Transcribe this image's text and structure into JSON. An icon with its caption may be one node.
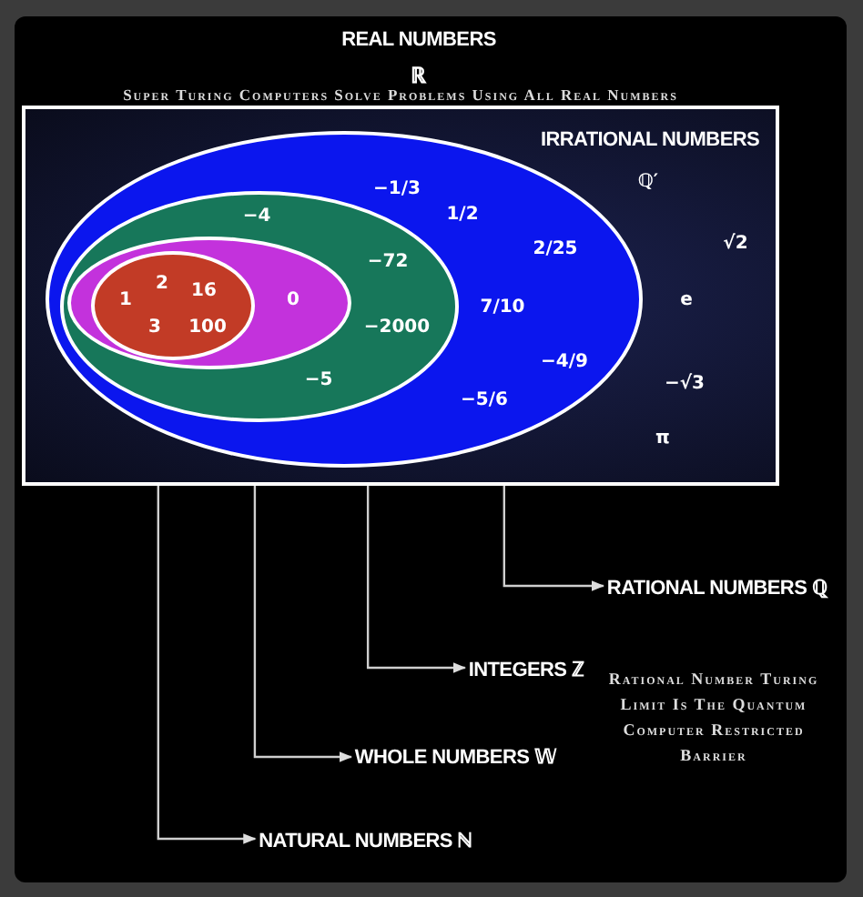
{
  "diagram": {
    "nodes": [
      {
        "text": [
          "REAL NUMBERS",
          "ℝ",
          "IRRATIONAL NUMBERS",
          "ℚ′",
          "√2",
          "e",
          "−√3",
          "π"
        ]
      },
      {
        "text": [
          "−1/3",
          "1/2",
          "2/25",
          "7/10",
          "−4/9",
          "−5/6"
        ],
        "in": 0
      },
      {
        "text": [
          "−4",
          "−72",
          "−2000",
          "−5"
        ],
        "in": 1
      },
      {
        "text": [
          "0"
        ],
        "in": 2
      },
      {
        "text": [
          "1",
          "2",
          "16",
          "3",
          "100"
        ],
        "in": 3
      },
      {
        "text": [
          "RATIONAL NUMBERS ℚ"
        ]
      },
      {
        "text": [
          "INTEGERS ℤ"
        ]
      },
      {
        "text": [
          "WHOLE NUMBERS 𝕎"
        ]
      },
      {
        "text": [
          "NATURAL NUMBERS ℕ"
        ]
      }
    ],
    "edges": [
      {
        "from": 1,
        "to": 5,
        "arrow": "to"
      },
      {
        "from": 2,
        "to": 6,
        "arrow": "to"
      },
      {
        "from": 3,
        "to": 7,
        "arrow": "to"
      },
      {
        "from": 4,
        "to": 8,
        "arrow": "to"
      }
    ],
    "labels": [
      "Super Turing Computers Solve Problems Using All Real Numbers",
      "Rational Number Turing Limit Is The Quantum Computer Restricted Barrier"
    ]
  }
}
